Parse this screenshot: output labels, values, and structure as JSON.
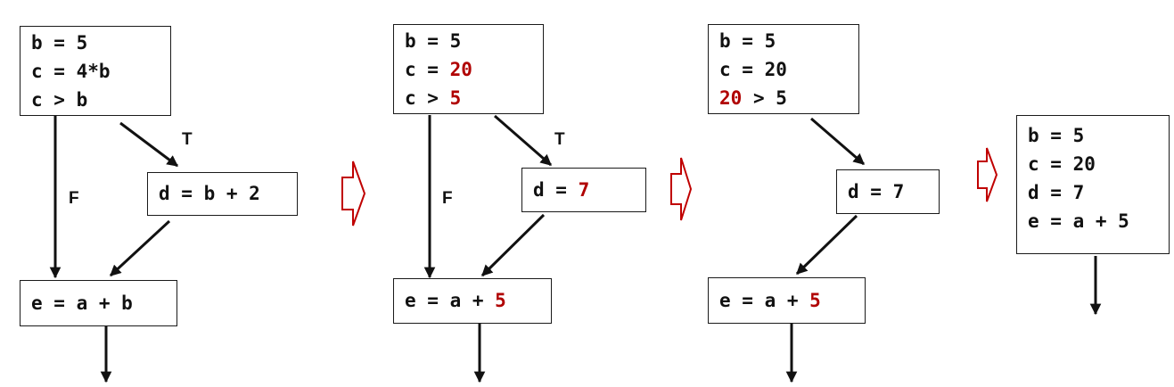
{
  "colors": {
    "ink": "#111111",
    "highlight": "#b00000"
  },
  "edge_labels": {
    "true_label": "T",
    "false_label": "F"
  },
  "stages": [
    {
      "entry": [
        "b = 5",
        "c = 4*b",
        "c > b"
      ],
      "branch": "d = b + 2",
      "merge": "e = a + b"
    },
    {
      "entry": [
        {
          "pre": "b = 5",
          "hl": "",
          "post": ""
        },
        {
          "pre": "c = ",
          "hl": "20",
          "post": ""
        },
        {
          "pre": "c > ",
          "hl": "5",
          "post": ""
        }
      ],
      "branch": {
        "pre": "d = ",
        "hl": "7",
        "post": ""
      },
      "merge": {
        "pre": "e = a + ",
        "hl": "5",
        "post": ""
      }
    },
    {
      "entry": [
        {
          "pre": "b = 5",
          "hl": "",
          "post": ""
        },
        {
          "pre": "c = 20",
          "hl": "",
          "post": ""
        },
        {
          "pre": "",
          "hl": "20",
          "post": " > 5"
        }
      ],
      "branch": "d = 7",
      "merge": {
        "pre": "e = a + ",
        "hl": "5",
        "post": ""
      }
    },
    {
      "block": [
        "b = 5",
        "c = 20",
        "d = 7",
        "e = a + 5"
      ]
    }
  ]
}
